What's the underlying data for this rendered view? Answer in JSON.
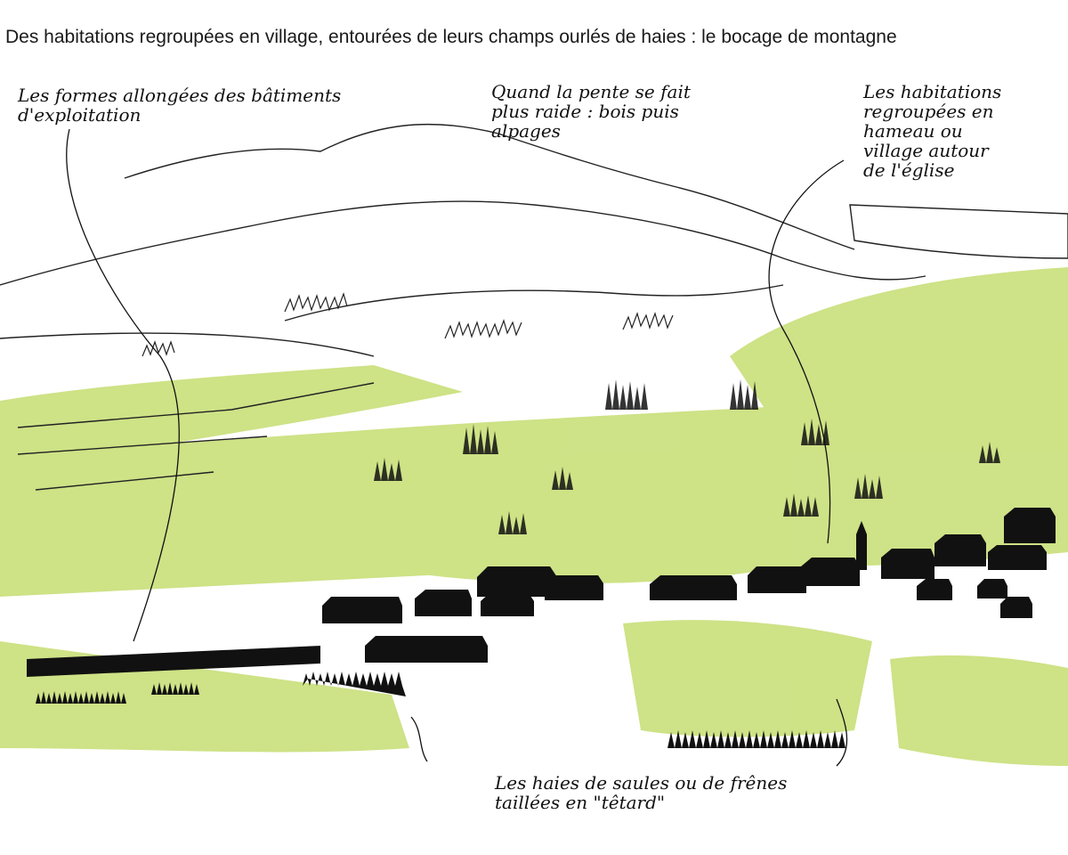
{
  "title": "Des habitations regroupées en village, entourées de leurs champs ourlés de haies : le bocage de montagne",
  "annotations": {
    "buildings": {
      "lines": [
        "Les formes allongées des bâtiments",
        "d'exploitation"
      ]
    },
    "slope": {
      "lines": [
        "Quand la pente se fait",
        "plus raide : bois puis",
        "alpages"
      ]
    },
    "hamlet": {
      "lines": [
        "Les habitations",
        "regroupées en",
        "hameau ou",
        "village autour",
        "de l'église"
      ]
    },
    "hedges": {
      "lines": [
        "Les haies de saules ou de frênes",
        "taillées en \"têtard\""
      ]
    }
  },
  "colors": {
    "meadow": "#c9df7a",
    "ink": "#111111",
    "background": "#ffffff"
  }
}
